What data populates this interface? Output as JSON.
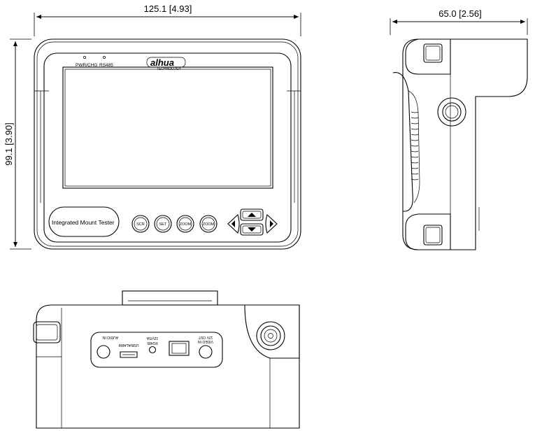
{
  "dimensions": {
    "width": "125.1 [4.93]",
    "height": "99.1 [3.90]",
    "depth": "65.0 [2.56]"
  },
  "front": {
    "brand": "alhua",
    "brand_sub": "TECHNOLOGY",
    "led_power": "PWR/CHG",
    "led_rs485": "RS485",
    "label": "Integrated Mount Tester",
    "buttons": [
      "SCR",
      "SET",
      "ZOOM",
      "ZOOM"
    ]
  },
  "bottom": {
    "ports": [
      "AUDIO IN",
      "USB/ALARM",
      "12V/5A",
      "RS485",
      "12V OUT",
      "VIDEO IN"
    ]
  }
}
